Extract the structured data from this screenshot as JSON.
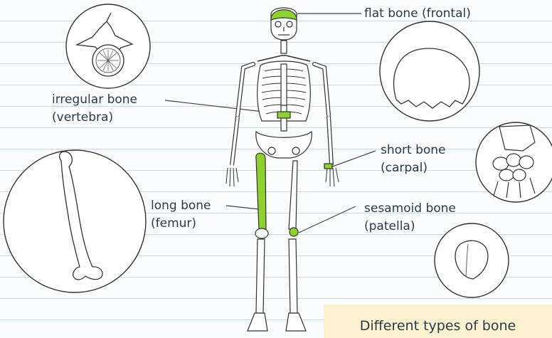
{
  "labels": {
    "flat": "flat bone (frontal)",
    "irregular_line1": "irregular bone",
    "irregular_line2": "(vertebra)",
    "short_line1": "short bone",
    "short_line2": "(carpal)",
    "long_line1": "long bone",
    "long_line2": "(femur)",
    "sesamoid_line1": "sesamoid bone",
    "sesamoid_line2": "(patella)"
  },
  "caption": "Different types of bone",
  "colors": {
    "highlight": "#8dd12e",
    "bone_fill": "#ffffff",
    "outline": "#3a3a3a",
    "leader_line": "#444444",
    "text": "#2b3a4a",
    "caption_bg": "#f9f1cf",
    "notebook_lines": "#c9dbea"
  },
  "illustrations": [
    "vertebra-circle-illustration",
    "frontal-bone-circle-illustration",
    "femur-circle-illustration",
    "carpal-bones-circle-illustration",
    "patella-circle-illustration",
    "skeleton-figure"
  ]
}
